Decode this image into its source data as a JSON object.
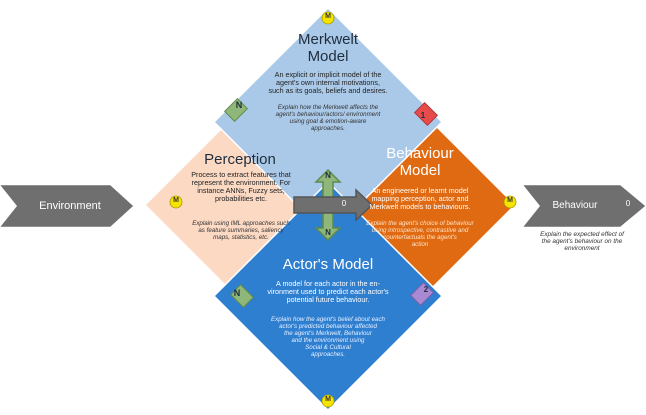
{
  "colors": {
    "merkwelt_fill": "#aac9e8",
    "perception_fill": "#fbd9c3",
    "behaviour_fill": "#e06a12",
    "actor_fill": "#2f7fd1",
    "center_fill": "#fdeee2",
    "arrow_grey": "#6f6f6f",
    "n_box": "#8fb77a",
    "badge_red": "#e84b4b",
    "badge_purple": "#a98ad2",
    "m_badge": "#f5e400"
  },
  "merkwelt": {
    "title": "Merkwelt\nModel",
    "body": "An explicit or implicit model of the\nagent's own internal motivations,\nsuch as its goals, beliefs and desires.",
    "explain": "Explain how the Merkwelt affects the\nagent's behaviour/actors/ environment\nusing goal & emotion-aware\napproaches."
  },
  "perception": {
    "title": "Perception",
    "body": "Process to extract features that\nrepresent the environment. For\ninstance ANNs, Fuzzy sets,\nprobabilities etc.",
    "explain": "Explain using IML approaches such\nas feature summaries, saliency\nmaps, statistics, etc."
  },
  "behaviour": {
    "title": "Behaviour\nModel",
    "body": "An engineered or learnt model\nmapping perception, actor and\nMerkwelt models to behaviours.",
    "explain": "Explain the agent's choice of behaviour\nusing introspective, contrastive and\ncounterfactuals the agent's\naction"
  },
  "actor": {
    "title": "Actor's Model",
    "body": "A model for each actor in the en-\nvironment used to predict each actor's\npotential future behaviour.",
    "explain": "Explain how the agent's belief about each\nactor's predicted behaviour affected\nthe agent's Merkwelt, Behaviour\nand the environment using\nSocial & Cultural\napproaches."
  },
  "environment": {
    "label": "Environment"
  },
  "output": {
    "label": "Behaviour",
    "count": "0",
    "explain": "Explain the expected effect of\nthe agent's behaviour on the\nenvironment"
  },
  "center": {
    "n_top": "N",
    "n_bottom": "N",
    "count": "0"
  },
  "badges": {
    "m": "M",
    "n": "N",
    "one": "1",
    "two": "2"
  }
}
